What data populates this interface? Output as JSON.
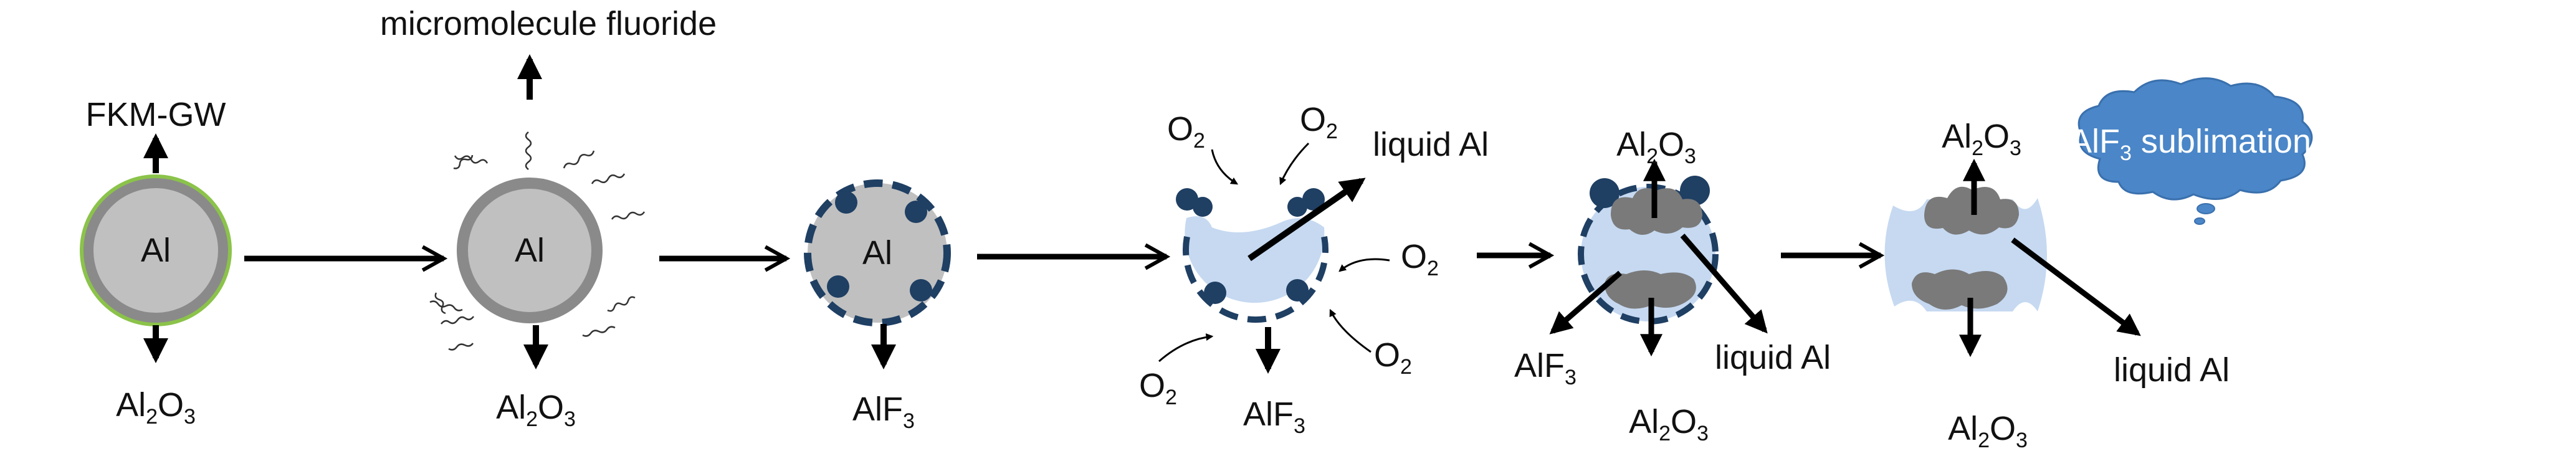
{
  "colors": {
    "al_core": "#c0c0c0",
    "al_shell": "#8a8a8a",
    "fkm_ring": "#8bc34a",
    "alf3_particle": "#1f3f63",
    "al2o3_product": "#7a7a7a",
    "liquid_al_region": "#c6d9f1",
    "cloud": "#4a86c8",
    "arrow": "#000000"
  },
  "stage1": {
    "core_label": "Al",
    "top_label": "FKM-GW",
    "bottom_label": {
      "main": "Al",
      "sub1": "2",
      "mid": "O",
      "sub2": "3"
    }
  },
  "stage2": {
    "core_label": "Al",
    "top_label": "micromolecule fluoride",
    "bottom_label": {
      "main": "Al",
      "sub1": "2",
      "mid": "O",
      "sub2": "3"
    }
  },
  "stage3": {
    "core_label": "Al",
    "bottom_label": {
      "main": "AlF",
      "sub": "3"
    }
  },
  "stage4": {
    "o2_main": "O",
    "o2_sub": "2",
    "liquid_al_label": "liquid Al",
    "bottom_label": {
      "main": "AlF",
      "sub": "3"
    }
  },
  "stage5": {
    "top_label": {
      "main": "Al",
      "sub1": "2",
      "mid": "O",
      "sub2": "3"
    },
    "left_label": {
      "main": "AlF",
      "sub": "3"
    },
    "right_label": "liquid Al",
    "bottom_label": {
      "main": "Al",
      "sub1": "2",
      "mid": "O",
      "sub2": "3"
    }
  },
  "stage6": {
    "top_label": {
      "main": "Al",
      "sub1": "2",
      "mid": "O",
      "sub2": "3"
    },
    "right_label": "liquid Al",
    "bottom_label": {
      "main": "Al",
      "sub1": "2",
      "mid": "O",
      "sub2": "3"
    }
  },
  "cloud": {
    "text_main": "AlF",
    "text_sub": "3",
    "text_rest": " sublimation"
  }
}
